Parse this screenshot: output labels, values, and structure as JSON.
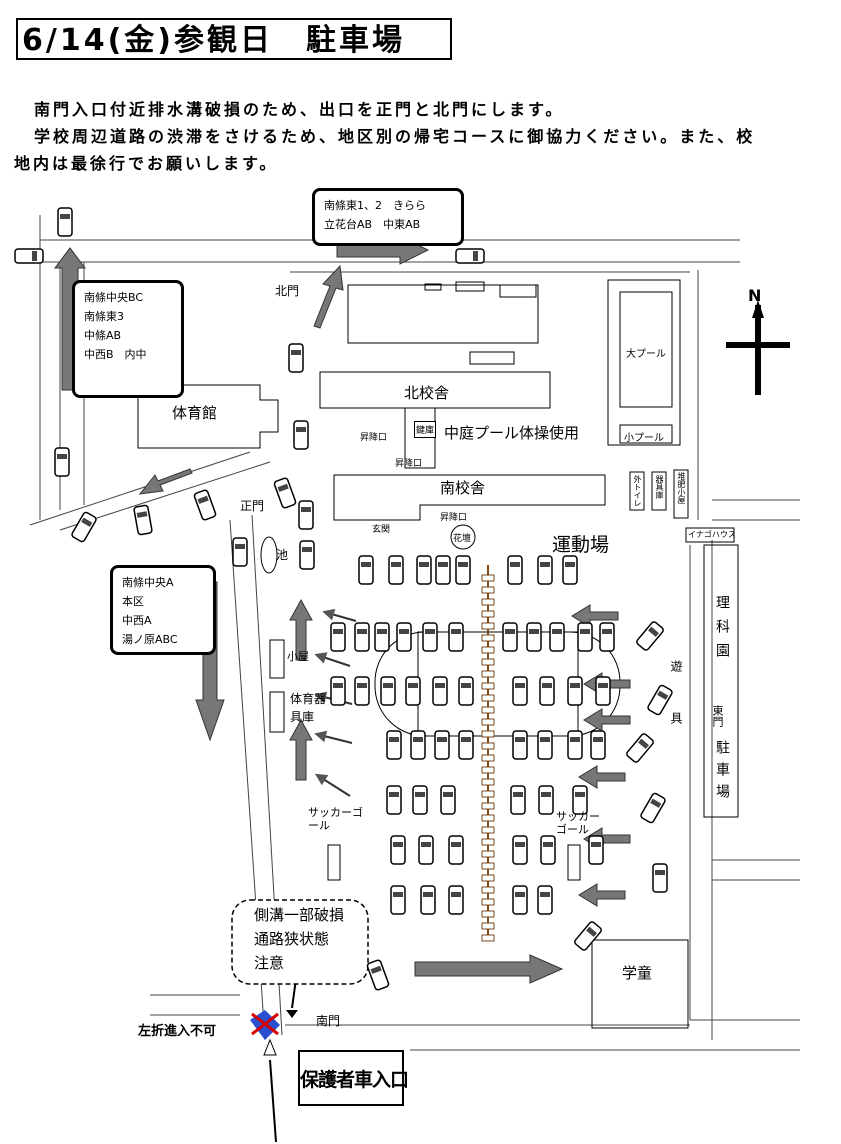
{
  "title": "6/14(金)参観日　駐車場",
  "notice": {
    "line1": "南門入口付近排水溝破損のため、出口を正門と北門にします。",
    "line2": "学校周辺道路の渋滞をさけるため、地区別の帰宅コースに御協力ください。また、校",
    "line3": "地内は最徐行でお願いします。"
  },
  "route_boxes": [
    {
      "id": "north",
      "lines": [
        "南條東1、2　きらら",
        "立花台AB　中東AB"
      ]
    },
    {
      "id": "west",
      "lines": [
        "南條中央BC",
        "南條東3",
        "中條AB",
        "中西B　内中"
      ]
    },
    {
      "id": "southwest",
      "lines": [
        "南條中央A",
        "本区",
        "中西A",
        "湯ノ原ABC"
      ]
    }
  ],
  "gates": {
    "north": "北門",
    "main": "正門",
    "south": "南門",
    "east": "東門"
  },
  "buildings": {
    "gym": "体育館",
    "north_building": "北校舎",
    "south_building": "南校舎",
    "big_pool": "大プール",
    "small_pool": "小プール",
    "courtyard_note": "中庭プール体操使用",
    "ground": "運動場",
    "flowerbed": "花壇",
    "pond": "池",
    "hut": "小屋",
    "gym_storage": "体育器具庫",
    "soccer_goal_1": "サッカーゴール",
    "soccer_goal_2": "サッカーゴール",
    "play_equipment": "遊具",
    "science_garden": "理科園",
    "after_school": "学童",
    "entrance": "玄関",
    "lift_1": "昇降口",
    "lift_2": "昇降口",
    "lift_3": "昇降口",
    "toilet": "外トイレ",
    "storehouse": "器具庫",
    "fertilizer_shed": "堆肥小屋",
    "inago_house": "イナゴハウス",
    "parking_label": "駐車場",
    "hoken": "鍵庫"
  },
  "north_marker": "N",
  "warning": {
    "lines": [
      "側溝一部破損",
      "通路狭状態",
      "注意"
    ]
  },
  "no_left_turn": "左折進入不可",
  "entrance_sign": "保護者車入口"
}
